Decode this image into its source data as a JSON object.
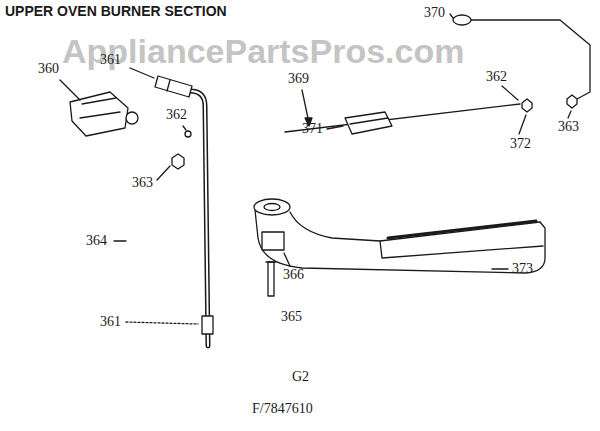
{
  "diagram": {
    "title": "UPPER OVEN BURNER SECTION",
    "labels": [
      "AppliancePartsPros.com",
      "360",
      "361",
      "362",
      "363",
      "369",
      "370",
      "362",
      "363",
      "371",
      "372",
      "364",
      "366",
      "373",
      "361",
      "365",
      "G2",
      "F/7847610"
    ]
  }
}
